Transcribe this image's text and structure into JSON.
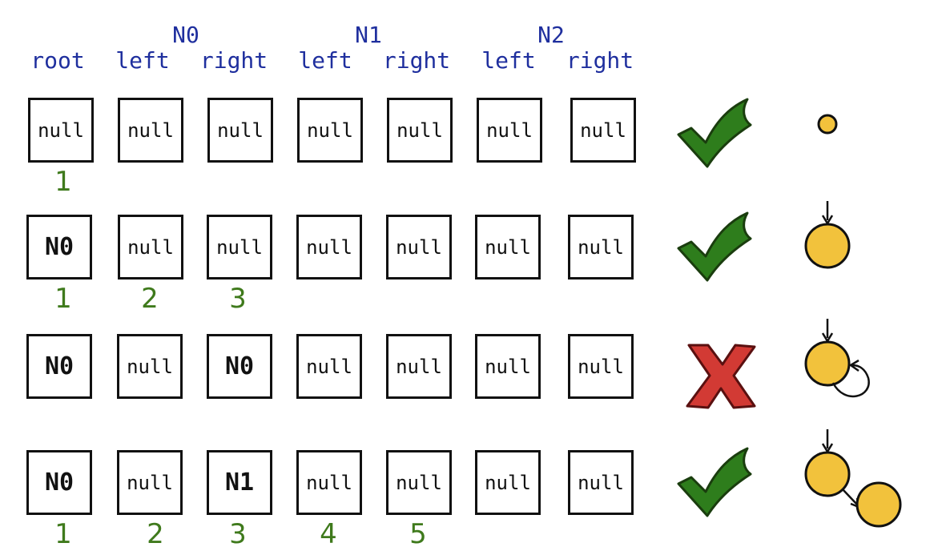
{
  "headers": {
    "groups": [
      "N0",
      "N1",
      "N2"
    ],
    "columns": [
      "root",
      "left",
      "right",
      "left",
      "right",
      "left",
      "right"
    ]
  },
  "rows": [
    {
      "cells": [
        "null",
        "null",
        "null",
        "null",
        "null",
        "null",
        "null"
      ],
      "indices": [
        "1",
        "",
        "",
        "",
        "",
        "",
        ""
      ],
      "result": "check",
      "tree": "single-node-no-children"
    },
    {
      "cells": [
        "N0",
        "null",
        "null",
        "null",
        "null",
        "null",
        "null"
      ],
      "indices": [
        "1",
        "2",
        "3",
        "",
        "",
        "",
        ""
      ],
      "result": "check",
      "tree": "root-node"
    },
    {
      "cells": [
        "N0",
        "null",
        "N0",
        "null",
        "null",
        "null",
        "null"
      ],
      "indices": [
        "",
        "",
        "",
        "",
        "",
        "",
        ""
      ],
      "result": "cross",
      "tree": "root-node-with-self-loop"
    },
    {
      "cells": [
        "N0",
        "null",
        "N1",
        "null",
        "null",
        "null",
        "null"
      ],
      "indices": [
        "1",
        "2",
        "3",
        "4",
        "5",
        "",
        ""
      ],
      "result": "check",
      "tree": "root-node-with-right-child"
    }
  ],
  "colors": {
    "header_text": "#1f2f9e",
    "index_text": "#3f7a1c",
    "check": "#2e7d1c",
    "cross": "#d23a34",
    "node_fill": "#f2c23c"
  }
}
